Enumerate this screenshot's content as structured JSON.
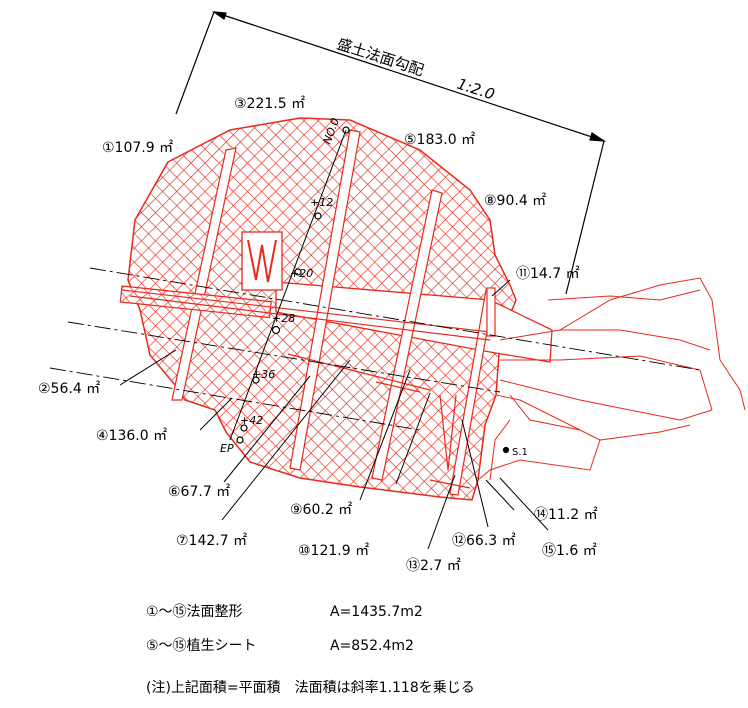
{
  "slope_title": "盛土法面勾配",
  "slope_ratio": "1:2.0",
  "areas": [
    {
      "id": "1",
      "text": "①107.9 ㎡"
    },
    {
      "id": "2",
      "text": "②56.4 ㎡"
    },
    {
      "id": "3",
      "text": "③221.5 ㎡"
    },
    {
      "id": "4",
      "text": "④136.0 ㎡"
    },
    {
      "id": "5",
      "text": "⑤183.0 ㎡"
    },
    {
      "id": "6",
      "text": "⑥67.7 ㎡"
    },
    {
      "id": "7",
      "text": "⑦142.7 ㎡"
    },
    {
      "id": "8",
      "text": "⑧90.4 ㎡"
    },
    {
      "id": "9",
      "text": "⑨60.2 ㎡"
    },
    {
      "id": "10",
      "text": "⑩121.9 ㎡"
    },
    {
      "id": "11",
      "text": "⑪14.7 ㎡"
    },
    {
      "id": "12",
      "text": "⑫66.3 ㎡"
    },
    {
      "id": "13",
      "text": "⑬2.7 ㎡"
    },
    {
      "id": "14",
      "text": "⑭11.2 ㎡"
    },
    {
      "id": "15",
      "text": "⑮1.6 ㎡"
    }
  ],
  "stations": {
    "no0": "NO.0",
    "p12": "+12",
    "p20": "+20",
    "p28": "+28",
    "p36": "+36",
    "p42": "+42",
    "ep": "EP",
    "s1": "S.1"
  },
  "summary": {
    "line1_label": "①～⑮法面整形",
    "line1_value": "A=1435.7m2",
    "line2_label": "⑤～⑮植生シート",
    "line2_value": "A=852.4m2",
    "note": "(注)上記面積=平面積　法面積は斜率1.118を乗じる"
  },
  "colors": {
    "hatch": "#e8291c",
    "line": "#000000",
    "bg": "#ffffff"
  }
}
